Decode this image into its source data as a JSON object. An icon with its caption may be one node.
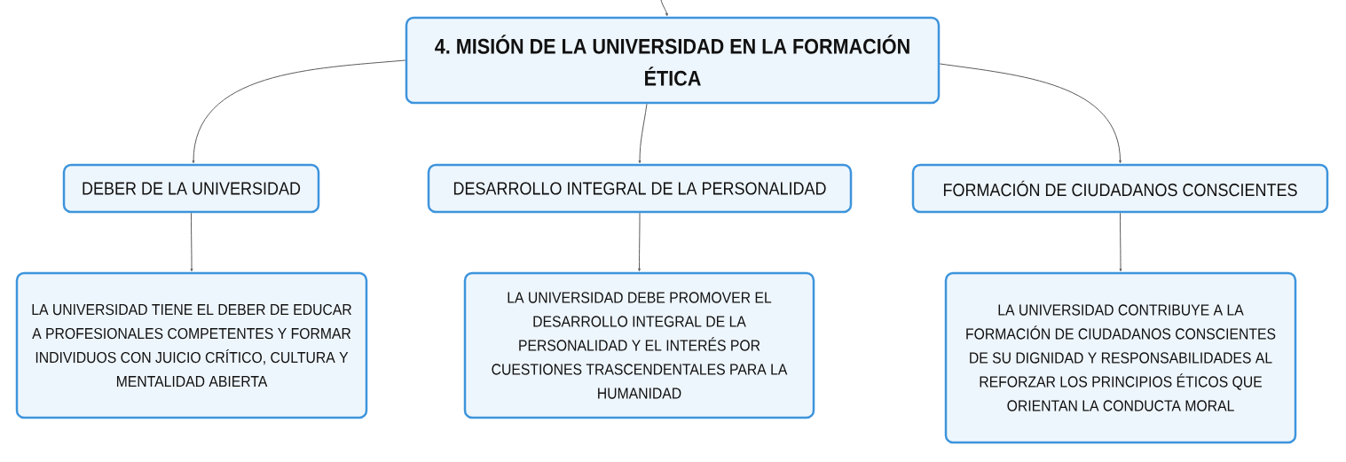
{
  "diagram": {
    "nodes": [
      {
        "text": [
          "4. MISIÓN DE LA UNIVERSIDAD EN LA FORMACIÓN ÉTICA"
        ]
      },
      {
        "text": [
          "DEBER DE LA UNIVERSIDAD"
        ]
      },
      {
        "text": [
          "DESARROLLO INTEGRAL DE LA PERSONALIDAD"
        ]
      },
      {
        "text": [
          "FORMACIÓN DE CIUDADANOS CONSCIENTES"
        ]
      },
      {
        "text": [
          "LA UNIVERSIDAD TIENE EL DEBER DE EDUCAR A PROFESIONALES COMPETENTES Y FORMAR INDIVIDUOS CON JUICIO CRÍTICO, CULTURA Y MENTALIDAD ABIERTA"
        ]
      },
      {
        "text": [
          "LA UNIVERSIDAD DEBE PROMOVER EL DESARROLLO INTEGRAL DE LA PERSONALIDAD Y EL INTERÉS POR CUESTIONES TRASCENDENTALES PARA LA HUMANIDAD"
        ]
      },
      {
        "text": [
          "LA UNIVERSIDAD CONTRIBUYE A LA FORMACIÓN DE CIUDADANOS CONSCIENTES DE SU DIGNIDAD Y RESPONSABILIDADES AL REFORZAR LOS PRINCIPIOS ÉTICOS QUE ORIENTAN LA CONDUCTA MORAL"
        ]
      }
    ],
    "edges": [
      {
        "from": null,
        "to": 0,
        "arrow": "to"
      },
      {
        "from": 0,
        "to": 1,
        "arrow": "to"
      },
      {
        "from": 0,
        "to": 2,
        "arrow": "to"
      },
      {
        "from": 0,
        "to": 3,
        "arrow": "to"
      },
      {
        "from": 1,
        "to": 4,
        "arrow": "to"
      },
      {
        "from": 2,
        "to": 5,
        "arrow": "to"
      },
      {
        "from": 3,
        "to": 6,
        "arrow": "to"
      }
    ]
  }
}
